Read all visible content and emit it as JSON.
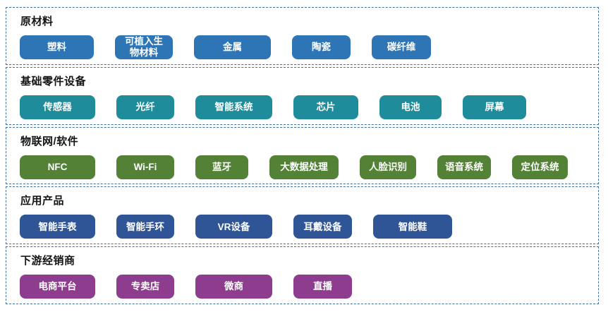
{
  "diagram": {
    "background": "#FFFFFF",
    "border_color": "#41719C",
    "sections": [
      {
        "title": "原材料",
        "color": "#2E75B6",
        "items": [
          "塑料",
          "可植入生物材料",
          "金属",
          "陶瓷",
          "碳纤维"
        ]
      },
      {
        "title": "基础零件设备",
        "color": "#1F8C9B",
        "items": [
          "传感器",
          "光纤",
          "智能系统",
          "芯片",
          "电池",
          "屏幕"
        ]
      },
      {
        "title": "物联网/软件",
        "color": "#538135",
        "items": [
          "NFC",
          "Wi-Fi",
          "蓝牙",
          "大数据处理",
          "人脸识别",
          "语音系统",
          "定位系统"
        ]
      },
      {
        "title": "应用产品",
        "color": "#2F5597",
        "items": [
          "智能手表",
          "智能手环",
          "VR设备",
          "耳戴设备",
          "智能鞋"
        ]
      },
      {
        "title": "下游经销商",
        "color": "#8E3D8E",
        "items": [
          "电商平台",
          "专卖店",
          "微商",
          "直播"
        ]
      }
    ]
  }
}
